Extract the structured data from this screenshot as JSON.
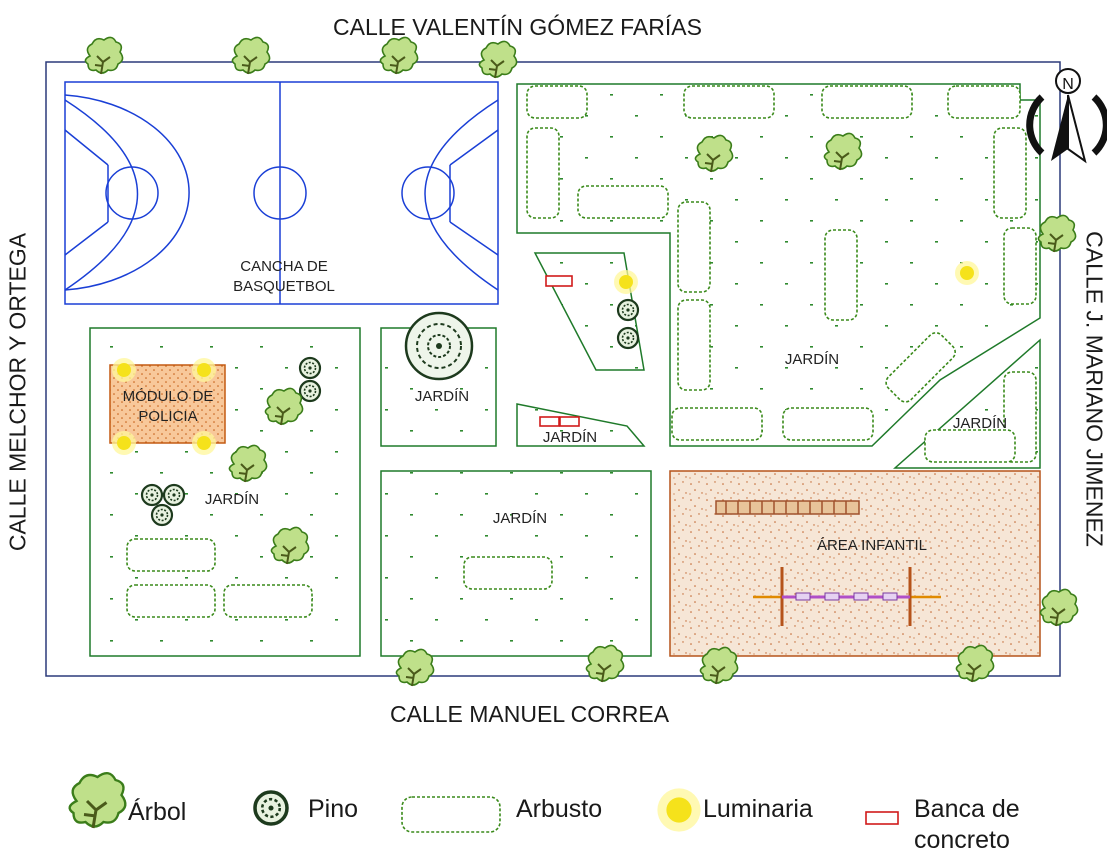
{
  "streets": {
    "north": "CALLE VALENTÍN GÓMEZ FARÍAS",
    "south": "CALLE MANUEL CORREA",
    "west": "CALLE MELCHOR Y ORTEGA",
    "east": "CALLE J. MARIANO JIMENEZ"
  },
  "areas": {
    "basketball": [
      "CANCHA DE",
      "BASQUETBOL"
    ],
    "police": [
      "MÓDULO DE",
      "POLICIA"
    ],
    "garden": "JARDÍN",
    "playground": "ÁREA INFANTIL"
  },
  "compass": {
    "north_letter": "N"
  },
  "legend": {
    "tree": "Árbol",
    "pine": "Pino",
    "shrub": "Arbusto",
    "light": "Luminaria",
    "bench_line1": "Banca de",
    "bench_line2": "concreto"
  },
  "colors": {
    "outline": "#2b3a7a",
    "court": "#1a3fd6",
    "garden": "#1f7a2a",
    "vegetation": "#3a8a1a",
    "light": "#f5e21b",
    "bench": "#d11a1a",
    "play_area": "#b5531a",
    "swing_bar": "#b04fc8"
  }
}
